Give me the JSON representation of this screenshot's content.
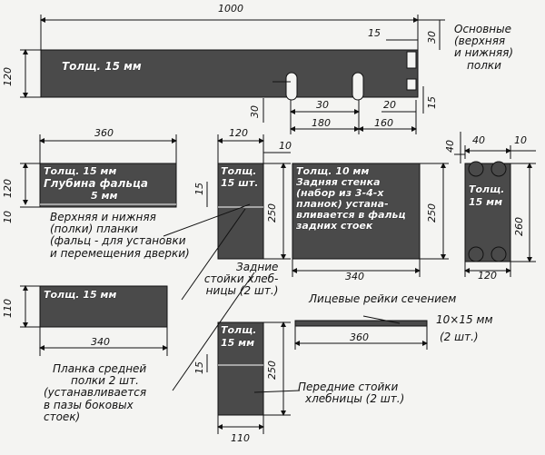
{
  "top_shelf": {
    "length": "1000",
    "height": "120",
    "label": "Толщ. 15 мм",
    "d30": "30",
    "d15": "15",
    "d30b": "30",
    "d30c": "30",
    "d180": "180",
    "d20": "20",
    "d160": "160",
    "d15b": "15",
    "note": [
      "Основные",
      "(верхняя",
      "и нижняя)",
      "полки"
    ]
  },
  "rail_plank": {
    "width": "360",
    "height": "120",
    "height2": "10",
    "label1": "Толщ. 15 мм",
    "label2": "Глубина фальца",
    "label3": "5 мм",
    "note": [
      "Верхняя и нижняя",
      "(полки) планки",
      "(фальц - для установки",
      "и перемещения дверки)"
    ]
  },
  "rear_posts": {
    "width": "120",
    "d10": "10",
    "d15": "15",
    "height": "250",
    "label": [
      "Толщ.",
      "15 шт."
    ],
    "note": [
      "Задние",
      "стойки хлеб-",
      "ницы (2 шт.)"
    ]
  },
  "back_wall": {
    "width": "340",
    "height": "250",
    "label": [
      "Толщ. 10 мм",
      "Задняя стенка",
      "(набор из 3-4-х",
      "планок) устана-",
      "вливается в фальц",
      "задних стоек"
    ]
  },
  "side_panel": {
    "d40": "40",
    "d10": "10",
    "d40b": "40",
    "height": "260",
    "width": "120",
    "label": [
      "Толщ.",
      "15 мм"
    ]
  },
  "middle_plank": {
    "height": "110",
    "width": "340",
    "label": "Толщ. 15 мм",
    "note": [
      "Планка средней",
      "полки 2 шт.",
      "(устанавливается",
      "в пазы боковых",
      "стоек)"
    ]
  },
  "front_posts": {
    "d15": "15",
    "height": "250",
    "width": "110",
    "label": [
      "Толщ.",
      "15 мм"
    ],
    "note": [
      "Передние стойки",
      "хлебницы (2 шт.)"
    ]
  },
  "face_rails": {
    "width": "360",
    "note": [
      "Лицевые рейки сечением",
      "10×15 мм",
      "(2 шт.)"
    ]
  }
}
